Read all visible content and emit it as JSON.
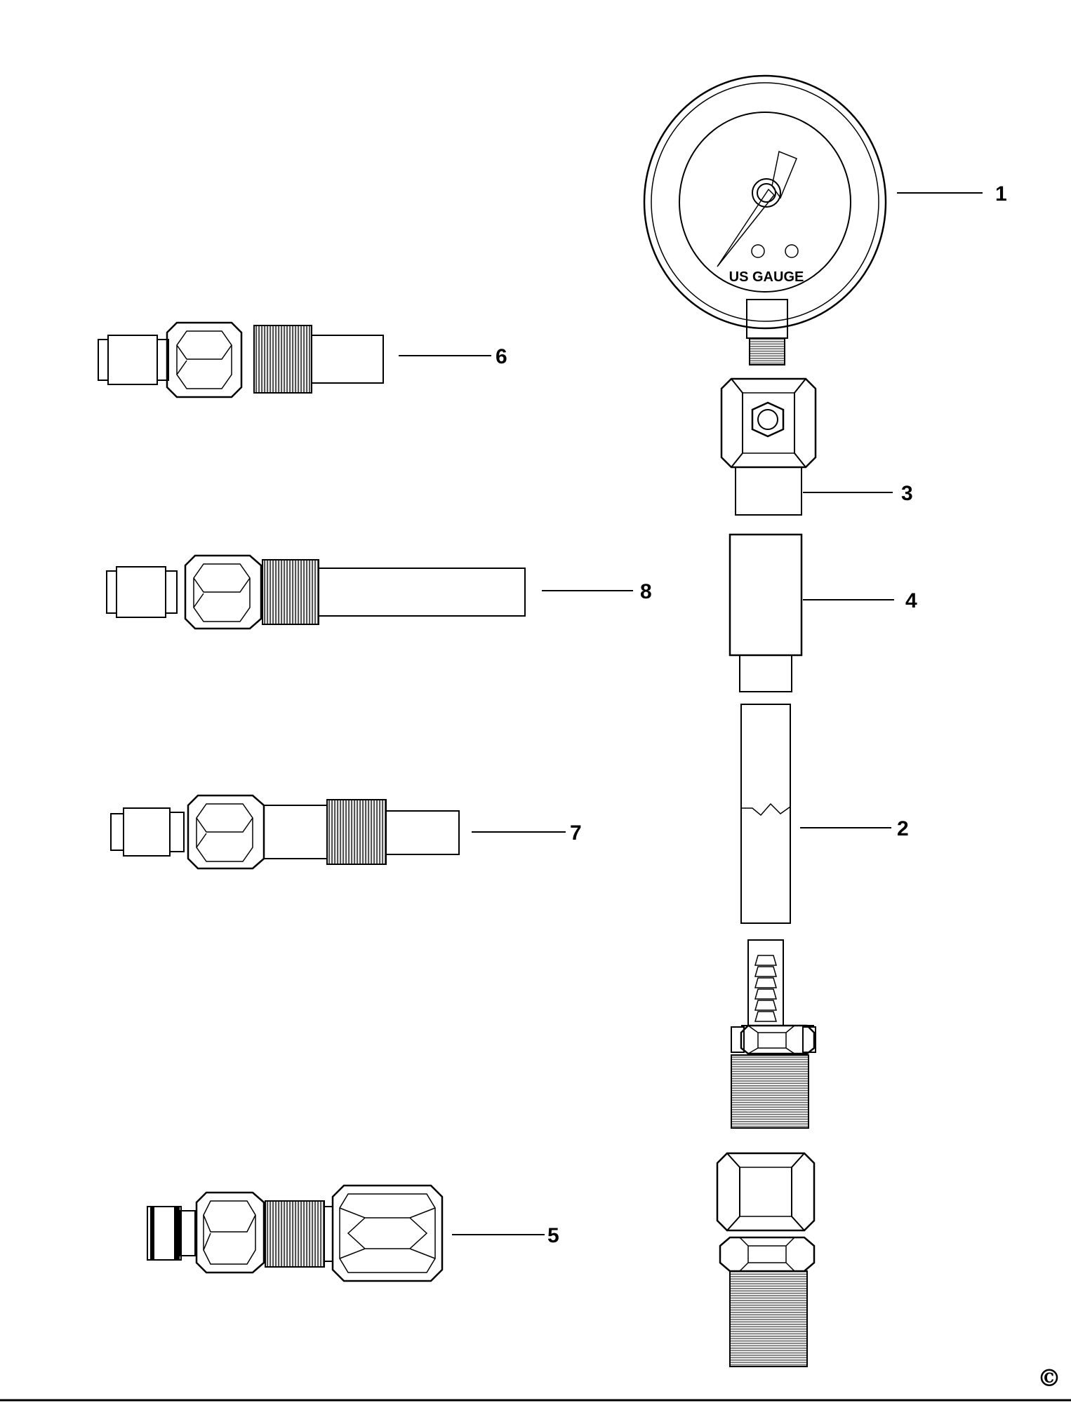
{
  "gauge_text": "US GAUGE",
  "copyright": "©",
  "callouts": [
    {
      "id": "1",
      "label": "1"
    },
    {
      "id": "2",
      "label": "2"
    },
    {
      "id": "3",
      "label": "3"
    },
    {
      "id": "4",
      "label": "4"
    },
    {
      "id": "5",
      "label": "5"
    },
    {
      "id": "6",
      "label": "6"
    },
    {
      "id": "7",
      "label": "7"
    },
    {
      "id": "8",
      "label": "8"
    }
  ]
}
